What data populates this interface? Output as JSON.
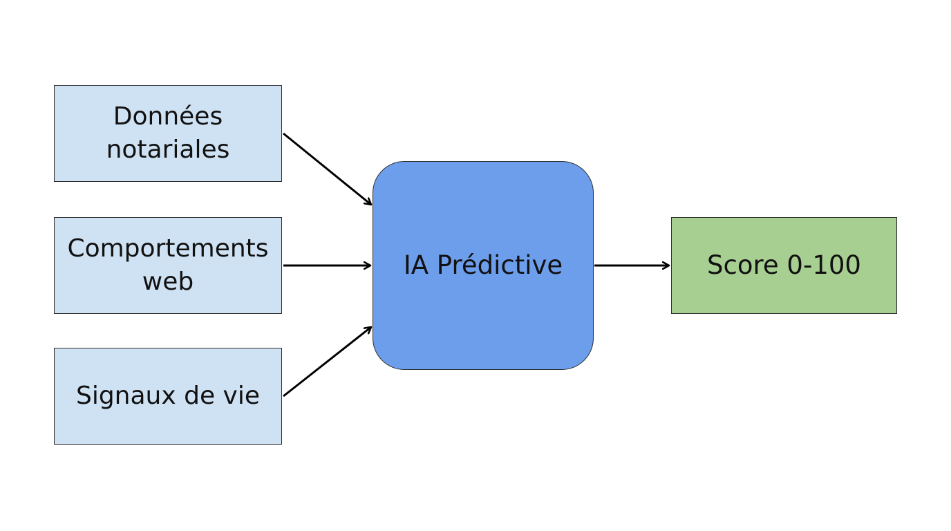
{
  "diagram": {
    "inputs": [
      {
        "label": "Données notariales"
      },
      {
        "label": "Comportements web"
      },
      {
        "label": "Signaux de vie"
      }
    ],
    "processor": {
      "label": "IA Prédictive"
    },
    "output": {
      "label": "Score 0-100"
    }
  },
  "colors": {
    "input_fill": "#cfe2f3",
    "processor_fill": "#6d9eeb",
    "output_fill": "#a8cf92",
    "stroke": "#2b2b2b",
    "arrow": "#000000"
  }
}
